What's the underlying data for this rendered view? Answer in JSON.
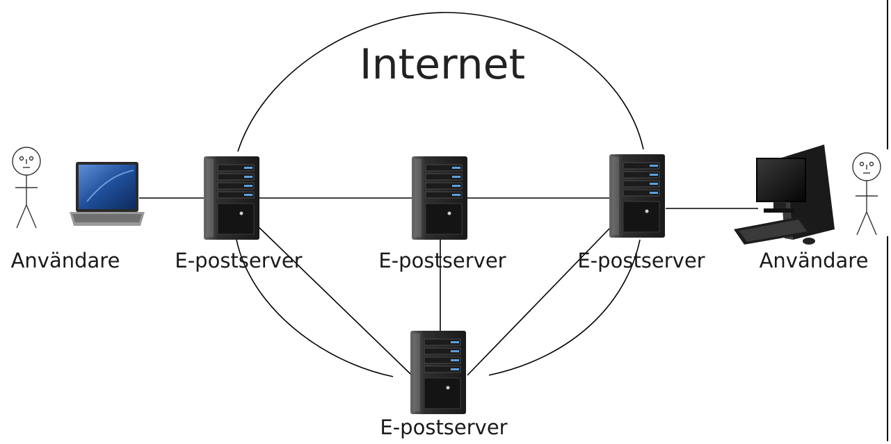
{
  "cloud": {
    "label": "Internet"
  },
  "labels": {
    "user_left": "Användare",
    "server_1": "E-postserver",
    "server_2": "E-postserver",
    "server_3": "E-postserver",
    "server_4": "E-postserver",
    "user_right": "Användare"
  },
  "nodes": [
    {
      "id": "user-left",
      "kind": "user",
      "label_key": "user_left"
    },
    {
      "id": "laptop",
      "kind": "laptop"
    },
    {
      "id": "server-1",
      "kind": "server",
      "label_key": "server_1"
    },
    {
      "id": "server-2",
      "kind": "server",
      "label_key": "server_2"
    },
    {
      "id": "server-3",
      "kind": "server",
      "label_key": "server_3"
    },
    {
      "id": "server-4",
      "kind": "server",
      "label_key": "server_4"
    },
    {
      "id": "desktop",
      "kind": "desktop"
    },
    {
      "id": "user-right",
      "kind": "user",
      "label_key": "user_right"
    }
  ],
  "edges": [
    [
      "laptop",
      "server-1"
    ],
    [
      "server-1",
      "server-2"
    ],
    [
      "server-2",
      "server-3"
    ],
    [
      "server-3",
      "desktop"
    ],
    [
      "server-1",
      "server-4"
    ],
    [
      "server-2",
      "server-4"
    ],
    [
      "server-3",
      "server-4"
    ]
  ],
  "colors": {
    "line": "#000000",
    "server_body": "#3a3a3a",
    "server_led": "#5aa0e0",
    "laptop_screen": "#1f4f9a",
    "monitor": "#111111"
  }
}
